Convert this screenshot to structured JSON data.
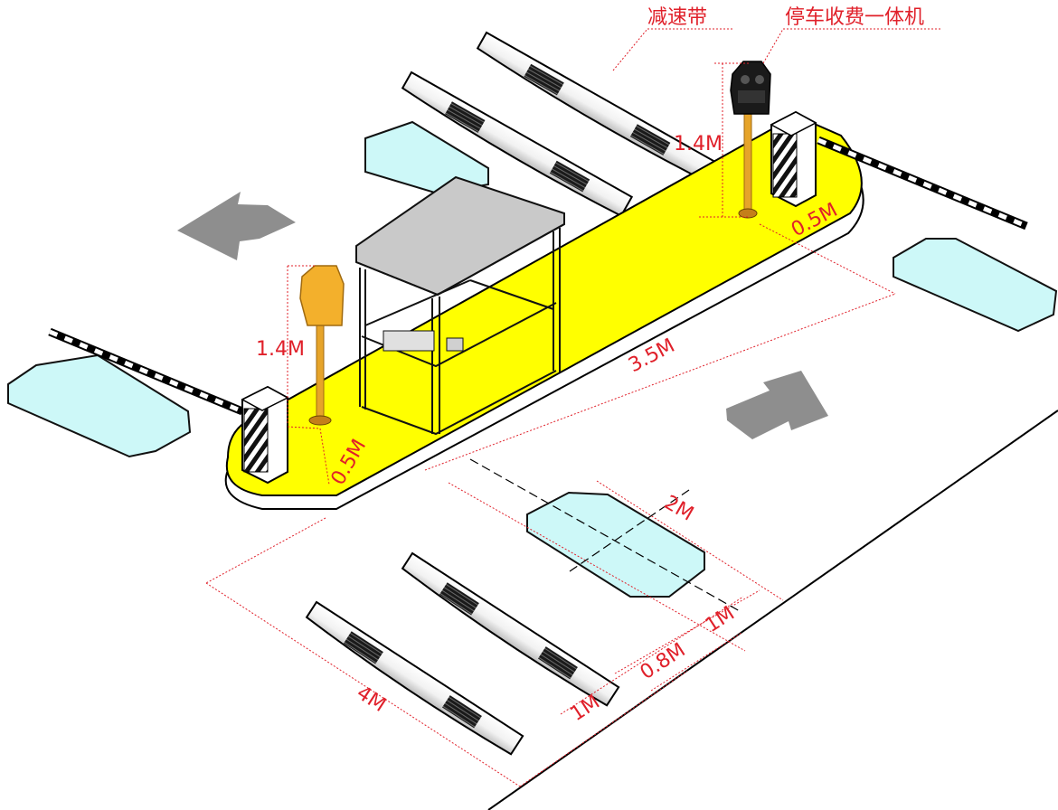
{
  "labels": {
    "speed_bump": "减速带",
    "terminal": "停车收费一体机"
  },
  "dimensions": {
    "height_left": "1.4M",
    "height_right": "1.4M",
    "offset_left": "0.5M",
    "offset_right": "0.5M",
    "island_length": "3.5M",
    "loop_width": "2M",
    "loop_gap": "1M",
    "bump_gap": "0.8M",
    "bump_width": "1M",
    "lane_width": "4M"
  },
  "colors": {
    "island": "#ffff00",
    "loop": "#cdf8f8",
    "arrow": "#909090",
    "dimension": "#e0202a",
    "booth_roof": "#c8c8c8",
    "terminal_body": "#1a1a1a",
    "post": "#e6a42a"
  },
  "icons": {
    "terminal": "parking-payment-terminal-icon",
    "ticket_machine": "ticket-dispenser-icon",
    "arrow_in": "arrow-right-icon",
    "arrow_out": "arrow-left-icon"
  }
}
